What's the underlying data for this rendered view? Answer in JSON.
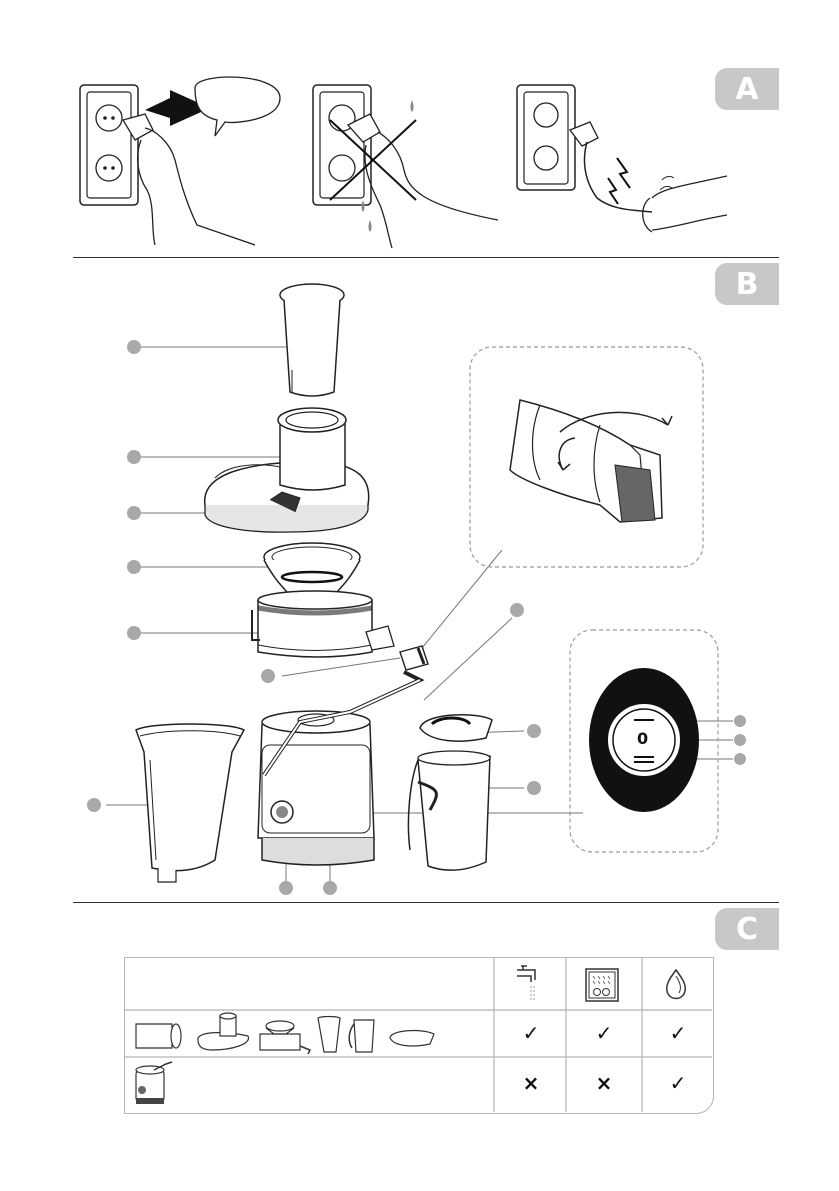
{
  "sections": [
    {
      "id": "A",
      "label": "A"
    },
    {
      "id": "B",
      "label": "B"
    },
    {
      "id": "C",
      "label": "C"
    }
  ],
  "assembly_labels": {
    "switch_positions": [
      "0"
    ]
  },
  "cleaning_table": {
    "columns": [
      {
        "icon": "tap-rinse-icon"
      },
      {
        "icon": "dishwasher-icon"
      },
      {
        "icon": "sponge-icon"
      }
    ],
    "rows": [
      {
        "parts_icon": "detachable-parts-icon",
        "marks": [
          "✓",
          "✓",
          "✓"
        ]
      },
      {
        "parts_icon": "motor-base-icon",
        "marks": [
          "×",
          "×",
          "✓"
        ]
      }
    ]
  },
  "colors": {
    "tab": "#c8c8c8",
    "callout": "#a8a8a8",
    "line": "#333333",
    "table_border": "#b5b5b5"
  }
}
